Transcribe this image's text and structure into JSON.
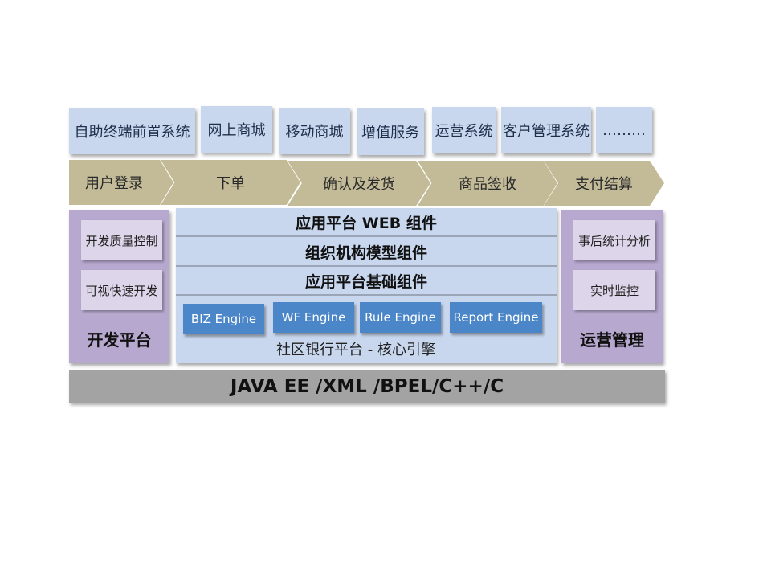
{
  "systems": [
    "自助终端前置系统",
    "网上商城",
    "移动商城",
    "增值服务",
    "运营系统",
    "客户管理系统",
    "………"
  ],
  "flow": [
    "用户登录",
    "下单",
    "确认及发货",
    "商品签收",
    "支付结算"
  ],
  "dev_platform": {
    "items": [
      "开发质量控制",
      "可视快速开发"
    ],
    "title": "开发平台"
  },
  "ops_management": {
    "items": [
      "事后统计分析",
      "实时监控"
    ],
    "title": "运营管理"
  },
  "center": {
    "layers": [
      "应用平台 WEB 组件",
      "组织机构模型组件",
      "应用平台基础组件"
    ],
    "engines": [
      "BIZ Engine",
      "WF Engine",
      "Rule Engine",
      "Report Engine"
    ],
    "core_label": "社区银行平台 - 核心引擎"
  },
  "base_layer": "JAVA EE /XML /BPEL/C++/C",
  "colors": {
    "system_box": "#c8d7ee",
    "flow_arrow": "#c3bb98",
    "side_panel": "#b7a8cf",
    "engine": "#4a86c8",
    "base": "#a3a3a3"
  }
}
